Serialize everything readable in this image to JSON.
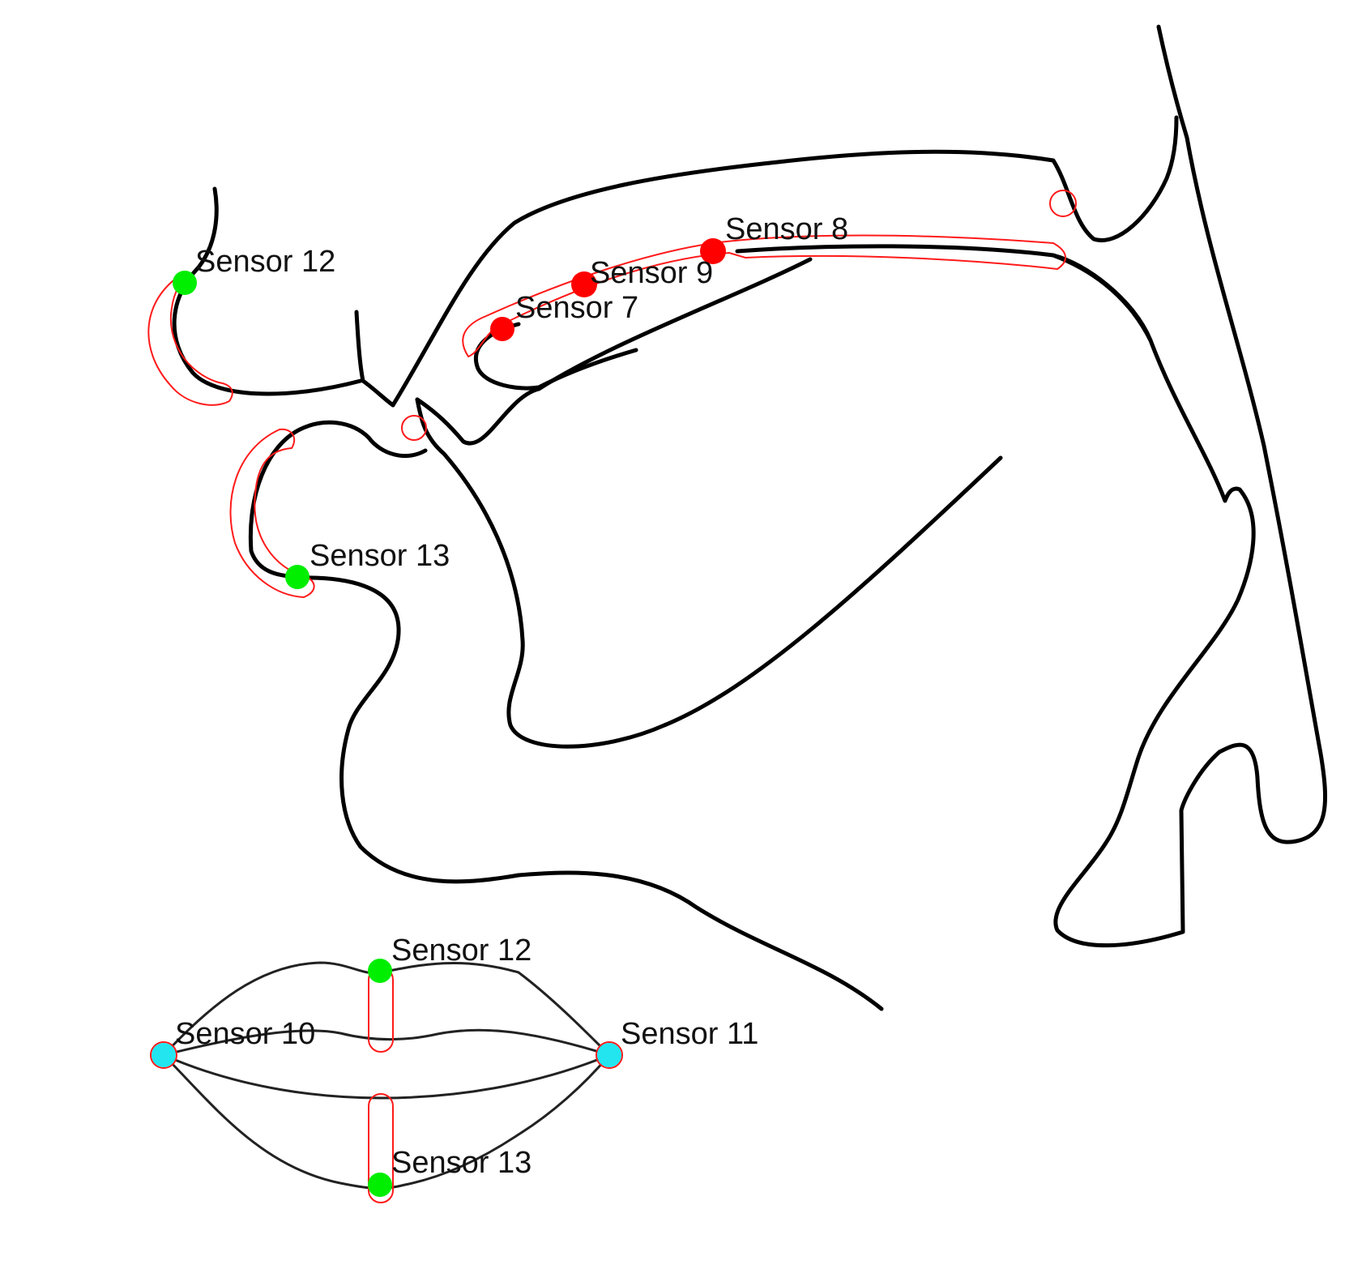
{
  "colors": {
    "tongue_sensor": "#ff0000",
    "lip_sensor": "#00ee00",
    "lip_corner_sensor": "#22e5f0",
    "sensor_outline": "#ff1a1a",
    "anatomy": "#000000"
  },
  "labels": {
    "sensor_7": "Sensor  7",
    "sensor_8": "Sensor  8",
    "sensor_9": "Sensor  9",
    "sensor_12_side": "Sensor  12",
    "sensor_13_side": "Sensor  13",
    "sensor_12_front": "Sensor  12",
    "sensor_13_front": "Sensor  13",
    "sensor_10": "Sensor  10",
    "sensor_11": "Sensor  11"
  }
}
